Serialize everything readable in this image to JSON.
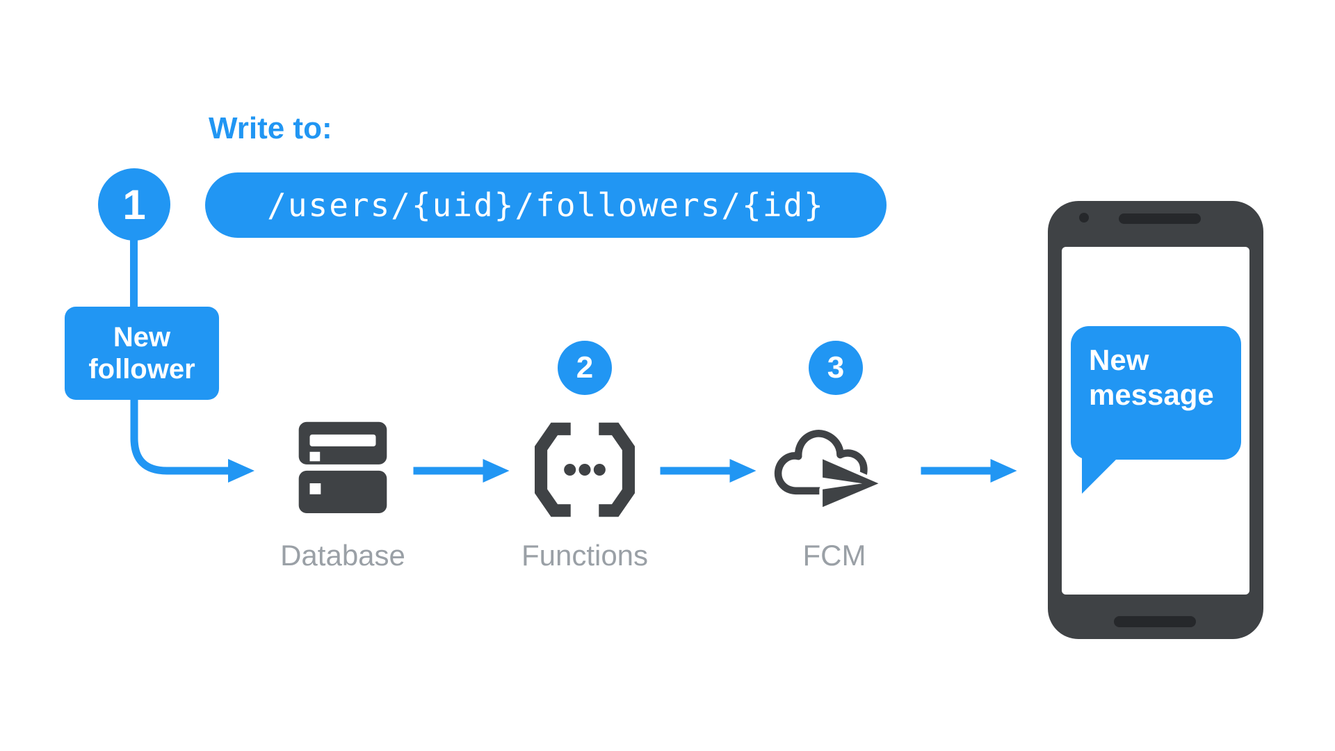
{
  "diagram": {
    "title": "Write to:",
    "path": "/users/{uid}/followers/{id}",
    "step1": {
      "number": "1",
      "label": "New follower"
    },
    "step2": {
      "number": "2",
      "label": "Functions"
    },
    "step3": {
      "number": "3",
      "label": "FCM"
    },
    "database_label": "Database",
    "phone": {
      "message": "New message"
    },
    "icons": {
      "database": "database-icon (stacked server racks)",
      "functions": "cloud-functions-icon (brackets with three dots)",
      "fcm": "fcm-icon (cloud with paper plane)",
      "phone": "smartphone-icon",
      "bubble": "chat-bubble-icon"
    },
    "colors": {
      "accent": "#2196F3",
      "icon": "#3F4245",
      "label": "#9AA0A6",
      "phone_detail": "#26282B",
      "background": "#FFFFFF"
    }
  }
}
